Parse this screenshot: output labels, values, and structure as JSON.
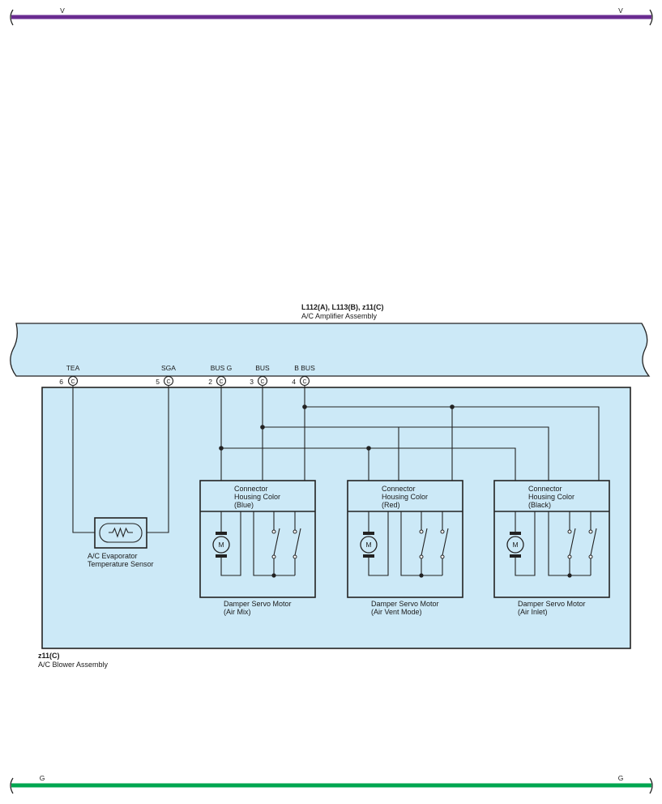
{
  "colors": {
    "top_bus": "#6a2c91",
    "bottom_bus": "#00a650",
    "component_fill": "#cce9f7",
    "wire": "#222222"
  },
  "top_bus": {
    "left_label": "V",
    "right_label": "V"
  },
  "bottom_bus": {
    "left_label": "G",
    "right_label": "G"
  },
  "amplifier": {
    "connectors": "L112(A), L113(B), z11(C)",
    "name": "A/C Amplifier Assembly",
    "terminals": [
      {
        "name": "TEA",
        "pin": "6",
        "conn": "C"
      },
      {
        "name": "SGA",
        "pin": "5",
        "conn": "C"
      },
      {
        "name": "BUS G",
        "pin": "2",
        "conn": "C"
      },
      {
        "name": "BUS",
        "pin": "3",
        "conn": "C"
      },
      {
        "name": "B BUS",
        "pin": "4",
        "conn": "C"
      }
    ]
  },
  "blower": {
    "connector": "z11(C)",
    "name": "A/C Blower Assembly"
  },
  "sensor": {
    "line1": "A/C Evaporator",
    "line2": "Temperature Sensor"
  },
  "motors": [
    {
      "housing1": "Connector",
      "housing2": "Housing Color",
      "housing3": "(Blue)",
      "motor_symbol": "M",
      "name": "Damper Servo Motor",
      "sub": "(Air Mix)"
    },
    {
      "housing1": "Connector",
      "housing2": "Housing Color",
      "housing3": "(Red)",
      "motor_symbol": "M",
      "name": "Damper Servo Motor",
      "sub": "(Air Vent Mode)"
    },
    {
      "housing1": "Connector",
      "housing2": "Housing Color",
      "housing3": "(Black)",
      "motor_symbol": "M",
      "name": "Damper Servo Motor",
      "sub": "(Air Inlet)"
    }
  ]
}
